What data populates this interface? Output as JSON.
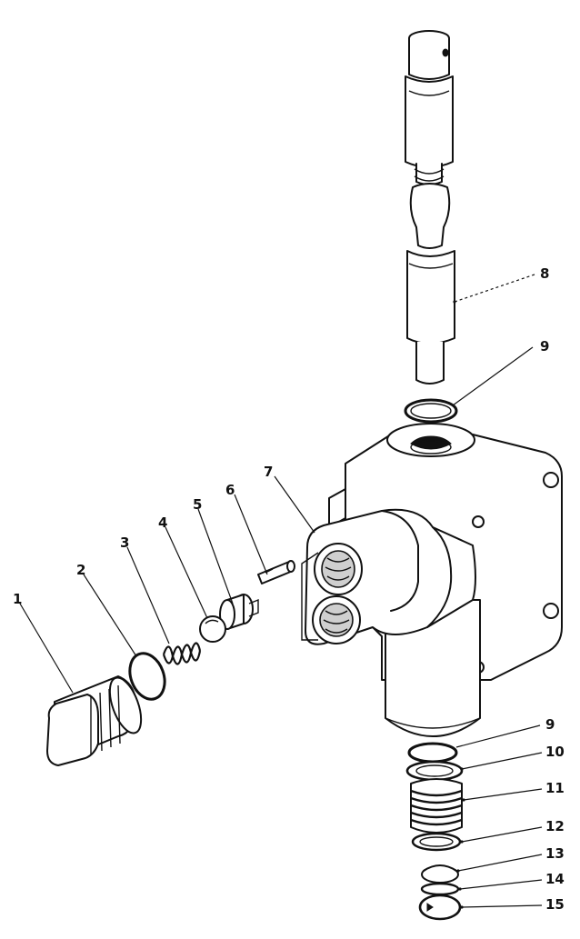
{
  "diagram": {
    "type": "exploded-parts-view",
    "ink_color": "#111111",
    "paper_color": "#ffffff",
    "callouts": [
      {
        "id": "1",
        "label": "1"
      },
      {
        "id": "2",
        "label": "2"
      },
      {
        "id": "3",
        "label": "3"
      },
      {
        "id": "4",
        "label": "4"
      },
      {
        "id": "5",
        "label": "5"
      },
      {
        "id": "6",
        "label": "6"
      },
      {
        "id": "7",
        "label": "7"
      },
      {
        "id": "8",
        "label": "8"
      },
      {
        "id": "9a",
        "label": "9"
      },
      {
        "id": "9b",
        "label": "9"
      },
      {
        "id": "10",
        "label": "10"
      },
      {
        "id": "11",
        "label": "11"
      },
      {
        "id": "12",
        "label": "12"
      },
      {
        "id": "13",
        "label": "13"
      },
      {
        "id": "14",
        "label": "14"
      },
      {
        "id": "15",
        "label": "15"
      }
    ]
  }
}
